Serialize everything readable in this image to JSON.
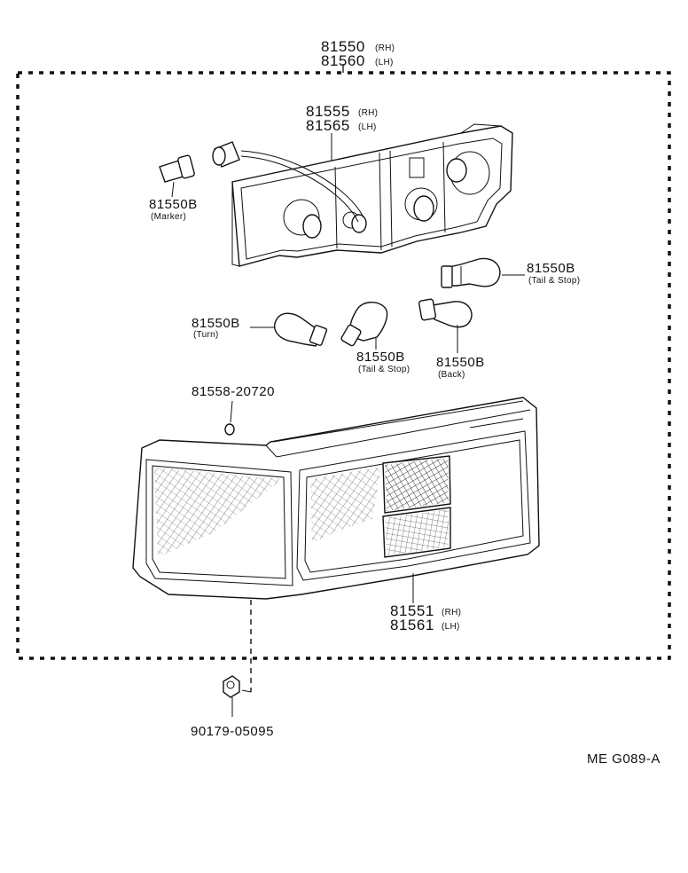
{
  "diagram": {
    "labels": {
      "assembly": {
        "part": "81550",
        "rh": "(RH)",
        "part2": "81560",
        "lh": "(LH)"
      },
      "housing": {
        "part": "81555",
        "rh": "(RH)",
        "part2": "81565",
        "lh": "(LH)"
      },
      "marker_bulb": {
        "part": "81550B",
        "note": "(Marker)"
      },
      "tail_stop_bulb_right": {
        "part": "81550B",
        "note": "(Tail & Stop)"
      },
      "turn_bulb": {
        "part": "81550B",
        "note": "(Turn)"
      },
      "tail_stop_bulb_center": {
        "part": "81550B",
        "note": "(Tail & Stop)"
      },
      "back_bulb": {
        "part": "81550B",
        "note": "(Back)"
      },
      "gasket": {
        "part": "81558-20720"
      },
      "lens": {
        "part": "81551",
        "rh": "(RH)",
        "part2": "81561",
        "lh": "(LH)"
      },
      "nut": {
        "part": "90179-05095"
      }
    },
    "drawing_code": "ME  G089-A"
  }
}
